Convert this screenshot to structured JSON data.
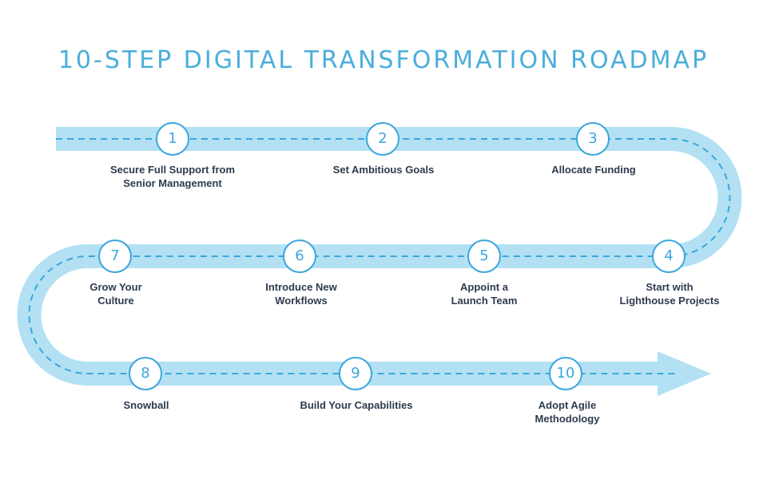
{
  "title": "10-STEP DIGITAL TRANSFORMATION ROADMAP",
  "colors": {
    "road": "#b3e1f3",
    "accent": "#3aa6dd",
    "text": "#2d3b4e",
    "title": "#4aaedb"
  },
  "steps": [
    {
      "num": "1",
      "lines": [
        "Secure Full Support from",
        "Senior Management"
      ]
    },
    {
      "num": "2",
      "lines": [
        "Set Ambitious Goals"
      ]
    },
    {
      "num": "3",
      "lines": [
        "Allocate Funding"
      ]
    },
    {
      "num": "4",
      "lines": [
        "Start with",
        "Lighthouse Projects"
      ]
    },
    {
      "num": "5",
      "lines": [
        "Appoint a",
        "Launch Team"
      ]
    },
    {
      "num": "6",
      "lines": [
        "Introduce New",
        "Workflows"
      ]
    },
    {
      "num": "7",
      "lines": [
        "Grow Your",
        "Culture"
      ]
    },
    {
      "num": "8",
      "lines": [
        "Snowball"
      ]
    },
    {
      "num": "9",
      "lines": [
        "Build Your Capabilities"
      ]
    },
    {
      "num": "10",
      "lines": [
        "Adopt Agile",
        "Methodology"
      ]
    }
  ]
}
